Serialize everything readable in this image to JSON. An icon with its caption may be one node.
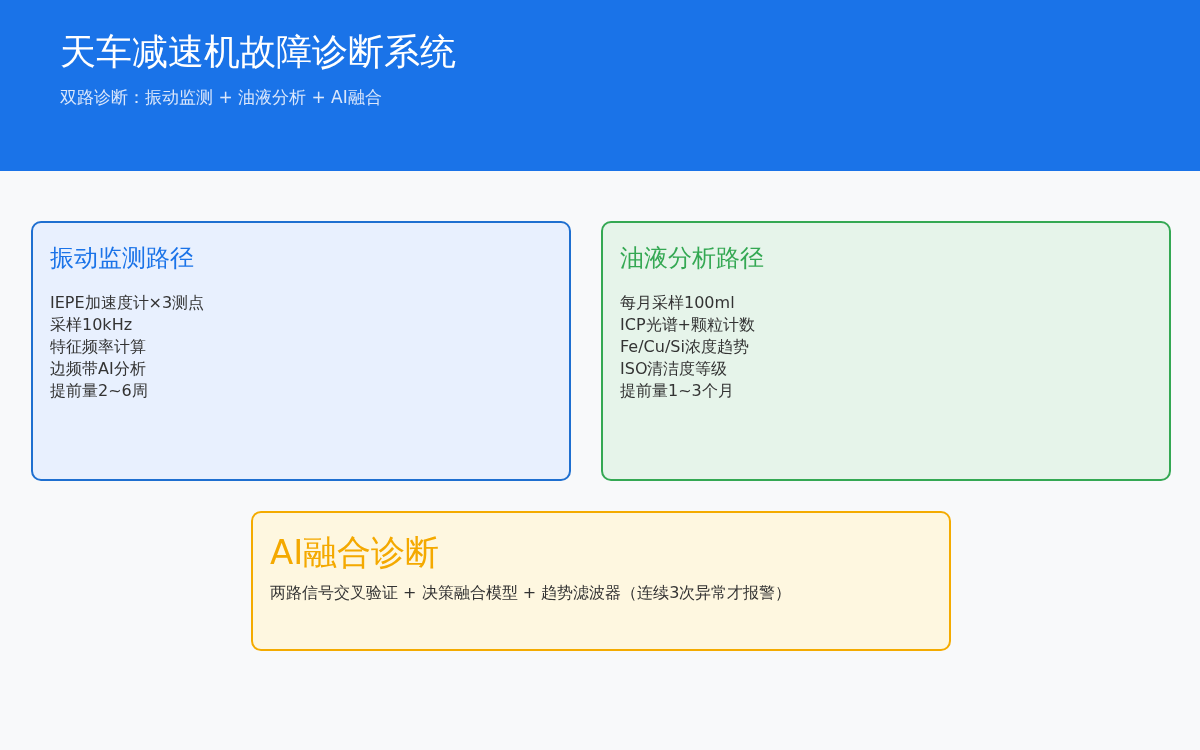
{
  "diagram": {
    "title": "天车减速机故障诊断系统",
    "labels": [
      "双路诊断：振动监测 + 油液分析 + AI融合"
    ],
    "nodes": [
      {
        "text": [
          "振动监测路径",
          "IEPE加速度计×3测点",
          "采样10kHz",
          "特征频率计算",
          "边频带AI分析",
          "提前量2~6周"
        ]
      },
      {
        "text": [
          "油液分析路径",
          "每月采样100ml",
          "ICP光谱+颗粒计数",
          "Fe/Cu/Si浓度趋势",
          "ISO清洁度等级",
          "提前量1~3个月"
        ]
      },
      {
        "text": [
          "AI融合诊断",
          "两路信号交叉验证 + 决策融合模型 + 趋势滤波器（连续3次异常才报警）"
        ]
      }
    ]
  }
}
